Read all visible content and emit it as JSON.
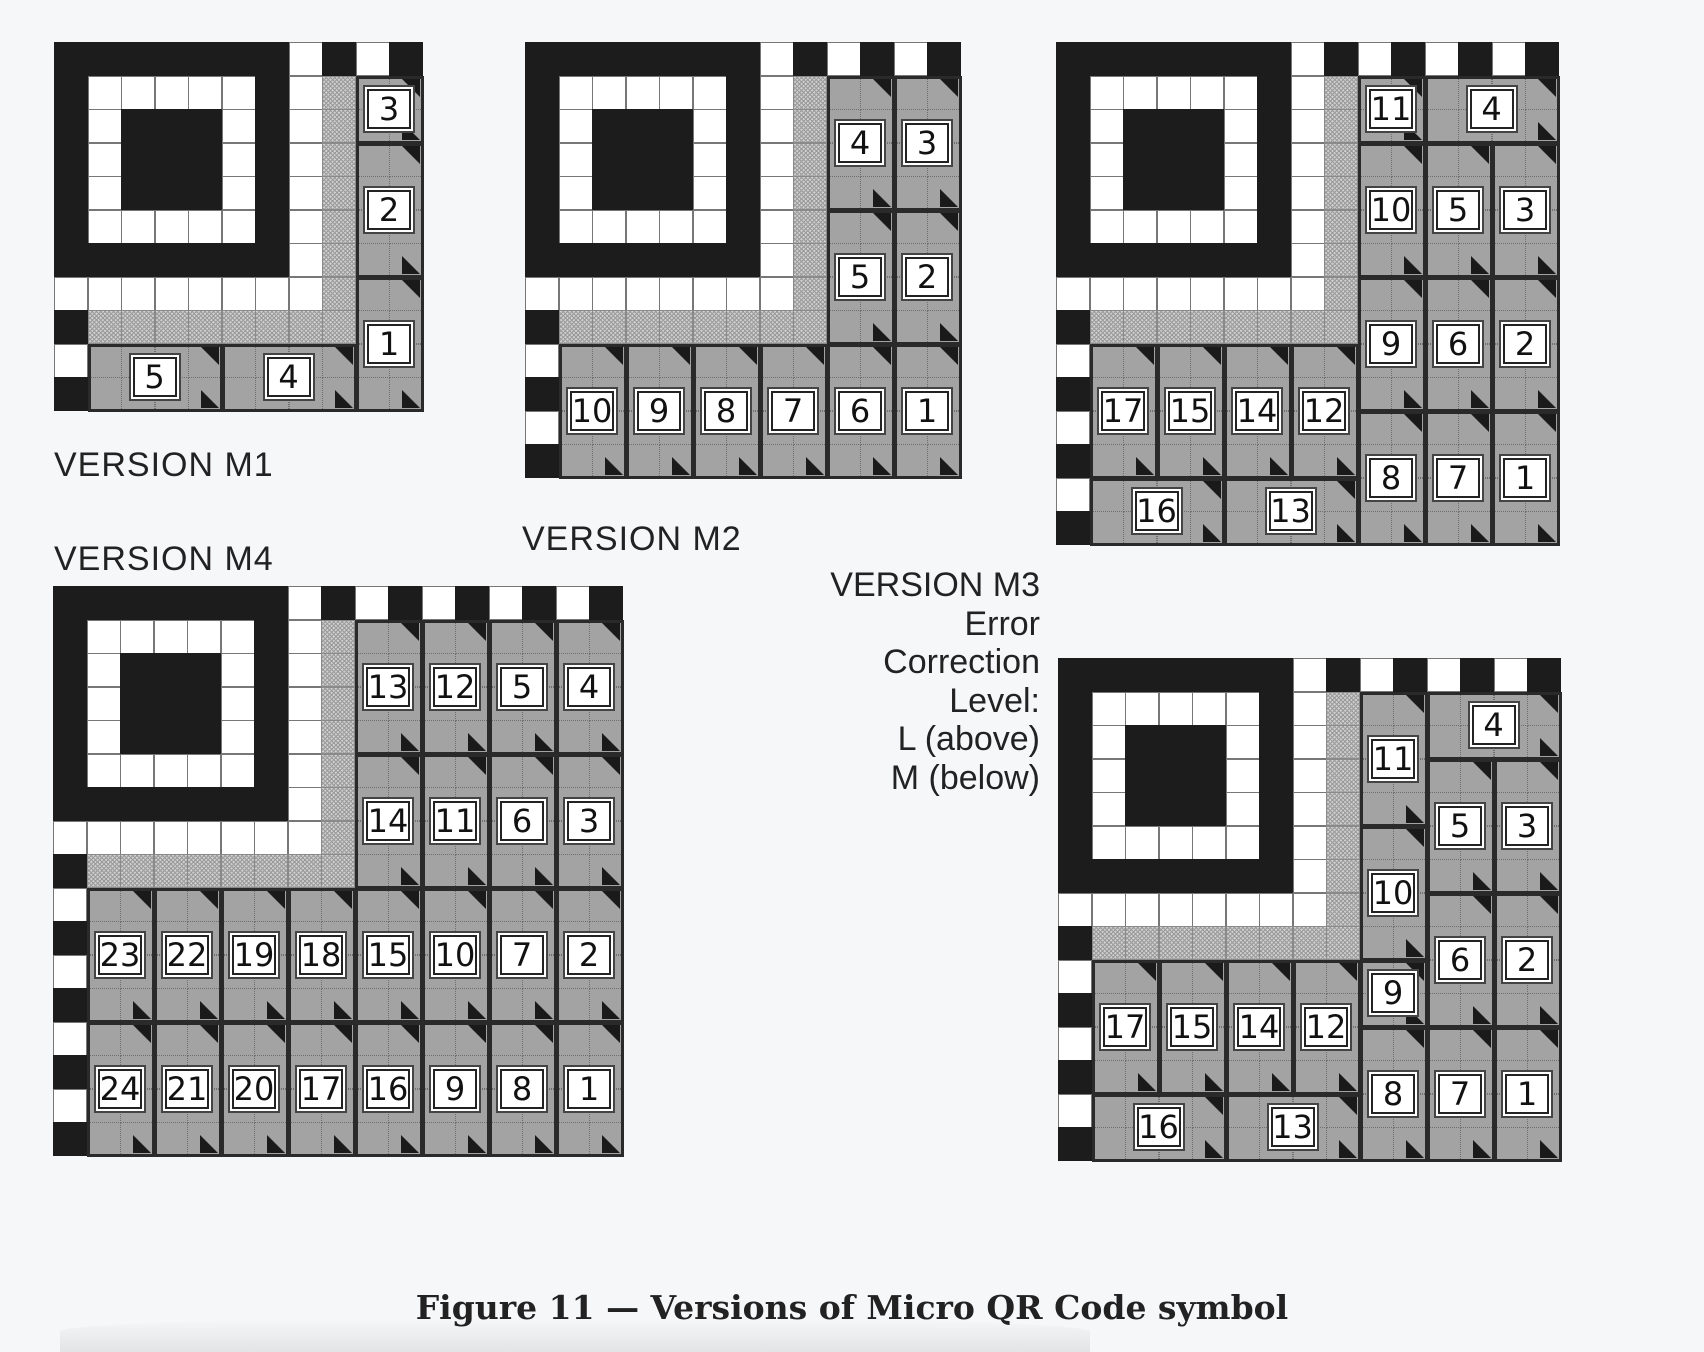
{
  "figure": {
    "caption": "Figure 11 — Versions of Micro QR Code symbol",
    "ecl_heading_lines": [
      "Error",
      "Correction",
      "Level:"
    ],
    "ecl_notes": [
      "L (above)",
      "M (below)"
    ]
  },
  "symbols": [
    {
      "id": "m1",
      "version_label": "VERSION M1",
      "modules": 11,
      "codewords": [
        {
          "n": 3,
          "r": 1,
          "c": 9,
          "h": 2,
          "w": 2
        },
        {
          "n": 2,
          "r": 3,
          "c": 9,
          "h": 4,
          "w": 2
        },
        {
          "n": 1,
          "r": 7,
          "c": 9,
          "h": 4,
          "w": 2
        },
        {
          "n": 5,
          "r": 9,
          "c": 1,
          "h": 2,
          "w": 4
        },
        {
          "n": 4,
          "r": 9,
          "c": 5,
          "h": 2,
          "w": 4
        }
      ]
    },
    {
      "id": "m2",
      "version_label": "VERSION M2",
      "modules": 13,
      "codewords": [
        {
          "n": 4,
          "r": 1,
          "c": 9,
          "h": 4,
          "w": 2
        },
        {
          "n": 3,
          "r": 1,
          "c": 11,
          "h": 4,
          "w": 2
        },
        {
          "n": 5,
          "r": 5,
          "c": 9,
          "h": 4,
          "w": 2
        },
        {
          "n": 2,
          "r": 5,
          "c": 11,
          "h": 4,
          "w": 2
        },
        {
          "n": 10,
          "r": 9,
          "c": 1,
          "h": 4,
          "w": 2
        },
        {
          "n": 9,
          "r": 9,
          "c": 3,
          "h": 4,
          "w": 2
        },
        {
          "n": 8,
          "r": 9,
          "c": 5,
          "h": 4,
          "w": 2
        },
        {
          "n": 7,
          "r": 9,
          "c": 7,
          "h": 4,
          "w": 2
        },
        {
          "n": 6,
          "r": 9,
          "c": 9,
          "h": 4,
          "w": 2
        },
        {
          "n": 1,
          "r": 9,
          "c": 11,
          "h": 4,
          "w": 2
        }
      ]
    },
    {
      "id": "m3l",
      "version_label": "VERSION M3",
      "modules": 15,
      "codewords": [
        {
          "n": 11,
          "r": 1,
          "c": 9,
          "h": 2,
          "w": 2
        },
        {
          "n": 4,
          "r": 1,
          "c": 11,
          "h": 2,
          "w": 4
        },
        {
          "n": 10,
          "r": 3,
          "c": 9,
          "h": 4,
          "w": 2
        },
        {
          "n": 5,
          "r": 3,
          "c": 11,
          "h": 4,
          "w": 2
        },
        {
          "n": 3,
          "r": 3,
          "c": 13,
          "h": 4,
          "w": 2
        },
        {
          "n": 9,
          "r": 7,
          "c": 9,
          "h": 4,
          "w": 2
        },
        {
          "n": 6,
          "r": 7,
          "c": 11,
          "h": 4,
          "w": 2
        },
        {
          "n": 2,
          "r": 7,
          "c": 13,
          "h": 4,
          "w": 2
        },
        {
          "n": 8,
          "r": 11,
          "c": 9,
          "h": 4,
          "w": 2
        },
        {
          "n": 7,
          "r": 11,
          "c": 11,
          "h": 4,
          "w": 2
        },
        {
          "n": 1,
          "r": 11,
          "c": 13,
          "h": 4,
          "w": 2
        },
        {
          "n": 17,
          "r": 9,
          "c": 1,
          "h": 4,
          "w": 2
        },
        {
          "n": 15,
          "r": 9,
          "c": 3,
          "h": 4,
          "w": 2
        },
        {
          "n": 14,
          "r": 9,
          "c": 5,
          "h": 4,
          "w": 2
        },
        {
          "n": 12,
          "r": 9,
          "c": 7,
          "h": 4,
          "w": 2
        },
        {
          "n": 16,
          "r": 13,
          "c": 1,
          "h": 2,
          "w": 4
        },
        {
          "n": 13,
          "r": 13,
          "c": 5,
          "h": 2,
          "w": 4
        }
      ]
    },
    {
      "id": "m3m",
      "version_label": "",
      "modules": 15,
      "codewords": [
        {
          "n": 11,
          "r": 1,
          "c": 9,
          "h": 4,
          "w": 2
        },
        {
          "n": 4,
          "r": 1,
          "c": 11,
          "h": 2,
          "w": 4
        },
        {
          "n": 5,
          "r": 3,
          "c": 11,
          "h": 4,
          "w": 2
        },
        {
          "n": 3,
          "r": 3,
          "c": 13,
          "h": 4,
          "w": 2
        },
        {
          "n": 10,
          "r": 5,
          "c": 9,
          "h": 4,
          "w": 2
        },
        {
          "n": 6,
          "r": 7,
          "c": 11,
          "h": 4,
          "w": 2
        },
        {
          "n": 2,
          "r": 7,
          "c": 13,
          "h": 4,
          "w": 2
        },
        {
          "n": 9,
          "r": 9,
          "c": 9,
          "h": 2,
          "w": 2
        },
        {
          "n": 8,
          "r": 11,
          "c": 9,
          "h": 4,
          "w": 2
        },
        {
          "n": 7,
          "r": 11,
          "c": 11,
          "h": 4,
          "w": 2
        },
        {
          "n": 1,
          "r": 11,
          "c": 13,
          "h": 4,
          "w": 2
        },
        {
          "n": 17,
          "r": 9,
          "c": 1,
          "h": 4,
          "w": 2
        },
        {
          "n": 15,
          "r": 9,
          "c": 3,
          "h": 4,
          "w": 2
        },
        {
          "n": 14,
          "r": 9,
          "c": 5,
          "h": 4,
          "w": 2
        },
        {
          "n": 12,
          "r": 9,
          "c": 7,
          "h": 4,
          "w": 2
        },
        {
          "n": 16,
          "r": 13,
          "c": 1,
          "h": 2,
          "w": 4
        },
        {
          "n": 13,
          "r": 13,
          "c": 5,
          "h": 2,
          "w": 4
        }
      ]
    },
    {
      "id": "m4",
      "version_label": "VERSION M4",
      "modules": 17,
      "codewords": [
        {
          "n": 13,
          "r": 1,
          "c": 9,
          "h": 4,
          "w": 2
        },
        {
          "n": 12,
          "r": 1,
          "c": 11,
          "h": 4,
          "w": 2
        },
        {
          "n": 5,
          "r": 1,
          "c": 13,
          "h": 4,
          "w": 2
        },
        {
          "n": 4,
          "r": 1,
          "c": 15,
          "h": 4,
          "w": 2
        },
        {
          "n": 14,
          "r": 5,
          "c": 9,
          "h": 4,
          "w": 2
        },
        {
          "n": 11,
          "r": 5,
          "c": 11,
          "h": 4,
          "w": 2
        },
        {
          "n": 6,
          "r": 5,
          "c": 13,
          "h": 4,
          "w": 2
        },
        {
          "n": 3,
          "r": 5,
          "c": 15,
          "h": 4,
          "w": 2
        },
        {
          "n": 23,
          "r": 9,
          "c": 1,
          "h": 4,
          "w": 2
        },
        {
          "n": 22,
          "r": 9,
          "c": 3,
          "h": 4,
          "w": 2
        },
        {
          "n": 19,
          "r": 9,
          "c": 5,
          "h": 4,
          "w": 2
        },
        {
          "n": 18,
          "r": 9,
          "c": 7,
          "h": 4,
          "w": 2
        },
        {
          "n": 15,
          "r": 9,
          "c": 9,
          "h": 4,
          "w": 2
        },
        {
          "n": 10,
          "r": 9,
          "c": 11,
          "h": 4,
          "w": 2
        },
        {
          "n": 7,
          "r": 9,
          "c": 13,
          "h": 4,
          "w": 2
        },
        {
          "n": 2,
          "r": 9,
          "c": 15,
          "h": 4,
          "w": 2
        },
        {
          "n": 24,
          "r": 13,
          "c": 1,
          "h": 4,
          "w": 2
        },
        {
          "n": 21,
          "r": 13,
          "c": 3,
          "h": 4,
          "w": 2
        },
        {
          "n": 20,
          "r": 13,
          "c": 5,
          "h": 4,
          "w": 2
        },
        {
          "n": 17,
          "r": 13,
          "c": 7,
          "h": 4,
          "w": 2
        },
        {
          "n": 16,
          "r": 13,
          "c": 9,
          "h": 4,
          "w": 2
        },
        {
          "n": 9,
          "r": 13,
          "c": 11,
          "h": 4,
          "w": 2
        },
        {
          "n": 8,
          "r": 13,
          "c": 13,
          "h": 4,
          "w": 2
        },
        {
          "n": 1,
          "r": 13,
          "c": 15,
          "h": 4,
          "w": 2
        }
      ]
    }
  ]
}
